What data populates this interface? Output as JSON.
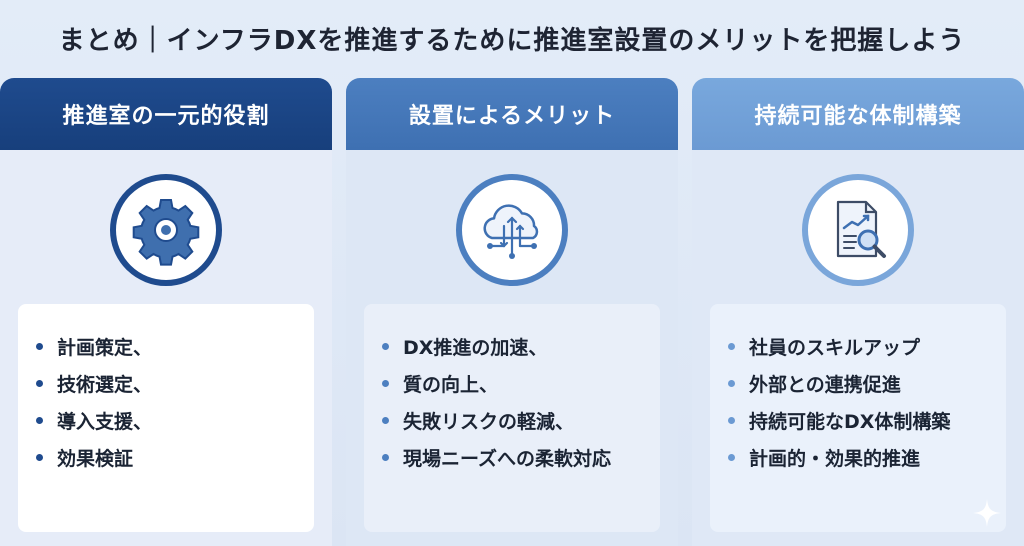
{
  "title": "まとめ｜インフラDXを推進するために推進室設置のメリットを把握しよう",
  "columns": [
    {
      "heading": "推進室の一元的役割",
      "icon": "gear-icon",
      "items": [
        "計画策定、",
        "技術選定、",
        "導入支援、",
        "効果検証"
      ]
    },
    {
      "heading": "設置によるメリット",
      "icon": "cloud-network-icon",
      "items": [
        "DX推進の加速、",
        "質の向上、",
        "失敗リスクの軽減、",
        "現場ニーズへの柔軟対応"
      ]
    },
    {
      "heading": "持続可能な体制構築",
      "icon": "report-magnifier-icon",
      "items": [
        "社員のスキルアップ",
        "外部との連携促進",
        "持続可能なDX体制構築",
        "計画的・効果的推進"
      ]
    }
  ],
  "colors": {
    "col1": "#1f4b8e",
    "col2": "#4c7fc0",
    "col3": "#79a8dd"
  }
}
